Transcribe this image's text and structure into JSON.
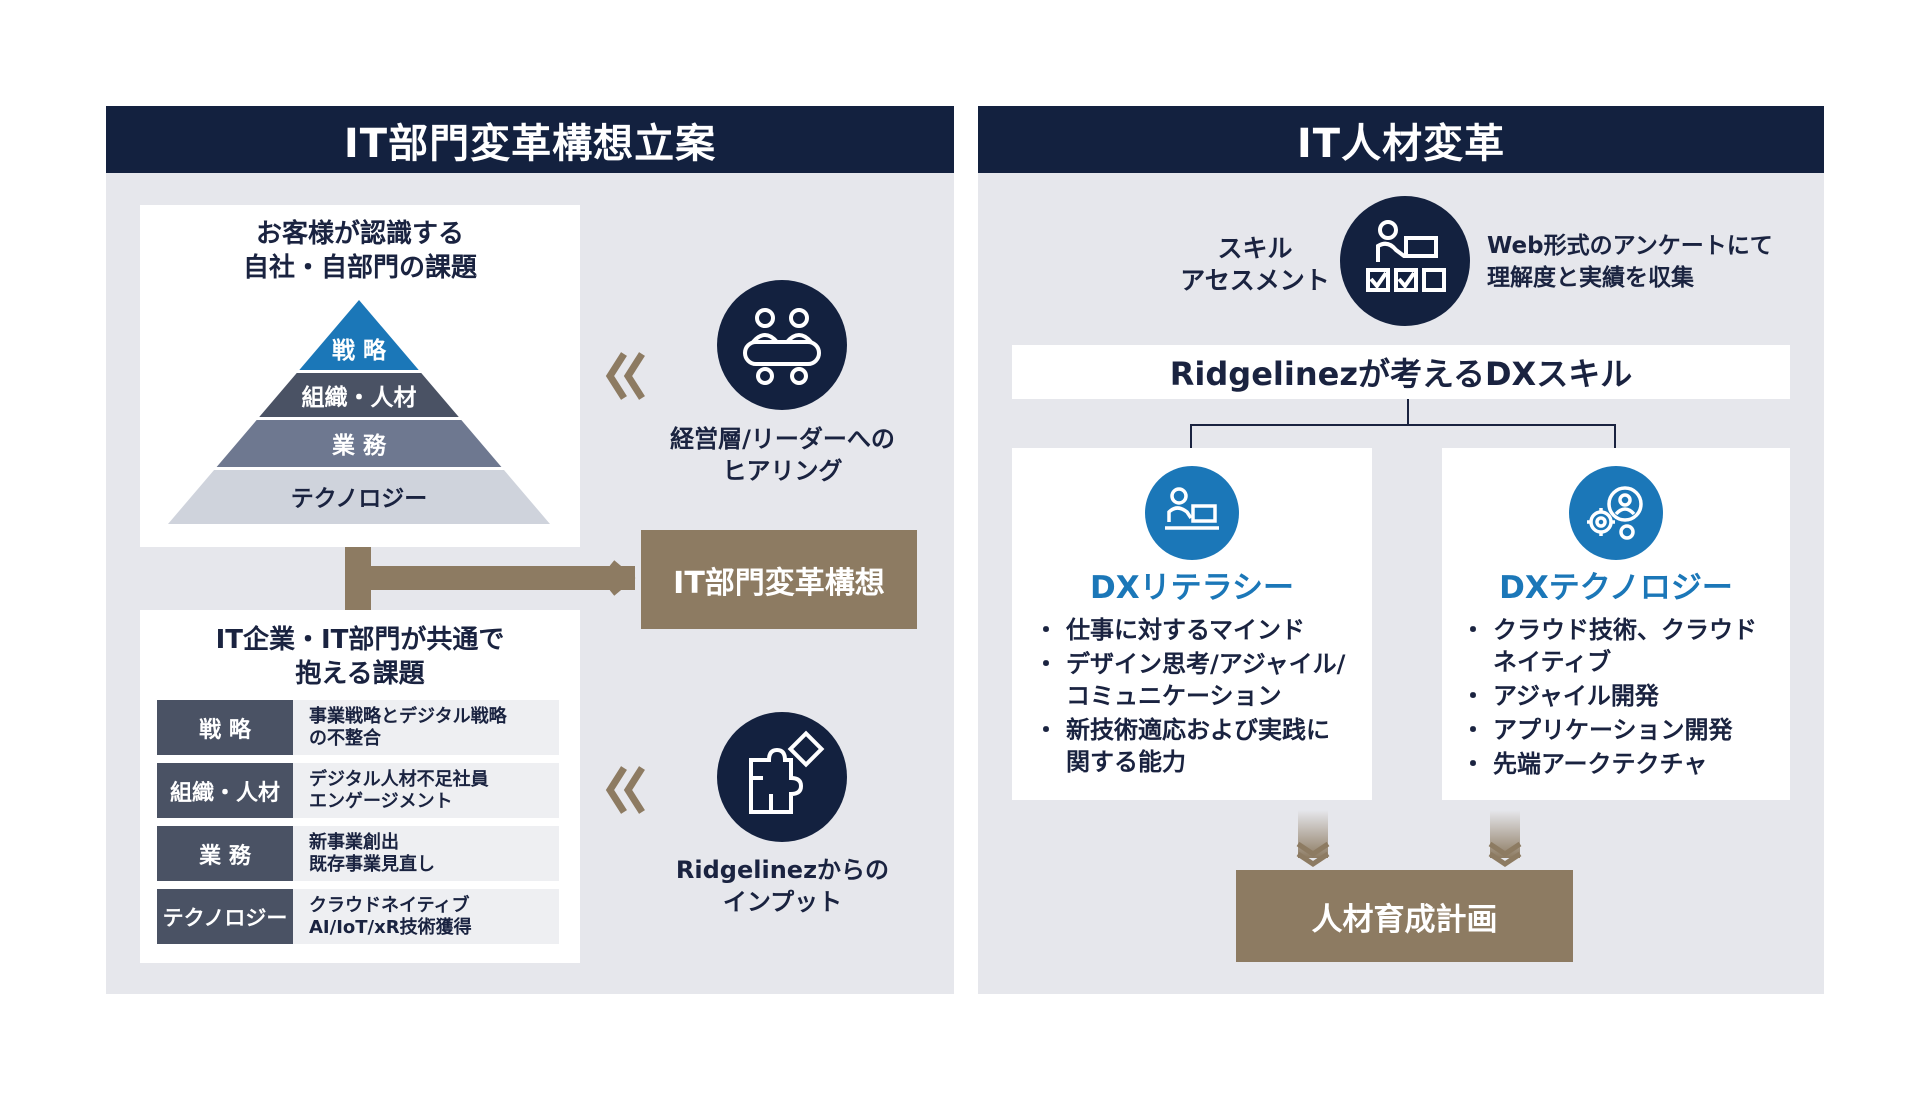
{
  "left": {
    "header": "IT部門変革構想立案",
    "customer_title": "お客様が認識する\n自社・自部門の課題",
    "pyramid": [
      "戦 略",
      "組織・人材",
      "業 務",
      "テクノロジー"
    ],
    "common_title": "IT企業・IT部門が共通で\n抱える課題",
    "rows": [
      {
        "label": "戦 略",
        "text": "事業戦略とデジタル戦略\nの不整合"
      },
      {
        "label": "組織・人材",
        "text": "デジタル人材不足社員\nエンゲージメント"
      },
      {
        "label": "業 務",
        "text": "新事業創出\n既存事業見直し"
      },
      {
        "label": "テクノロジー",
        "text": "クラウドネイティブ\nAI/IoT/xR技術獲得"
      }
    ],
    "hearing_label": "経営層/リーダーへの\nヒアリング",
    "input_label": "Ridgelinezからの\nインプット",
    "concept_box": "IT部門変革構想",
    "chevrons": "《",
    "icons": {
      "hearing": "meeting-icon",
      "input": "puzzle-icon"
    }
  },
  "right": {
    "header": "IT人材変革",
    "assessment_label": "スキル\nアセスメント",
    "web_label": "Web形式のアンケートにて\n理解度と実績を収集",
    "dx_title": "Ridgelinezが考えるDXスキル",
    "literacy": {
      "title": "DXリテラシー",
      "items": [
        "仕事に対するマインド",
        "デザイン思考/アジャイル/\nコミュニケーション",
        "新技術適応および実践に\n関する能力"
      ]
    },
    "technology": {
      "title": "DXテクノロジー",
      "items": [
        "クラウド技術、クラウド\nネイティブ",
        "アジャイル開発",
        "アプリケーション開発",
        "先端アークテクチャ"
      ]
    },
    "plan_box": "人材育成計画",
    "icons": {
      "assessment": "survey-icon",
      "literacy": "laptop-user-icon",
      "technology": "gear-user-icon"
    }
  },
  "colors": {
    "navy": "#13213f",
    "panel": "#e6e7ec",
    "gold": "#8d7b62",
    "blue": "#1b77b8"
  }
}
